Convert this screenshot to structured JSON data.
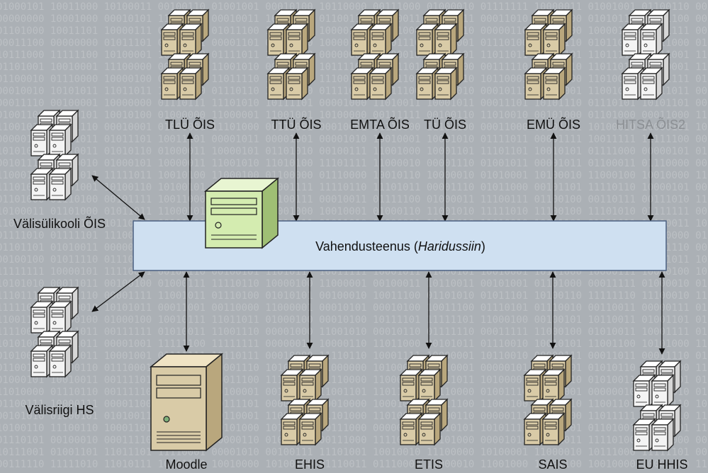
{
  "title": "",
  "middleware": {
    "label_prefix": "Vahendusteenus (",
    "label_italic": "Haridussiin",
    "label_suffix": ")",
    "fill": "#cfe0f1",
    "stroke": "#4a5f80",
    "server_fill": "#d4ecb0"
  },
  "top_nodes": [
    {
      "label": "TLÜ ÕIS",
      "style": "tan",
      "muted": false
    },
    {
      "label": "TTÜ ÕIS",
      "style": "tan",
      "muted": false
    },
    {
      "label": "EMTA ÕIS",
      "style": "tan",
      "muted": false
    },
    {
      "label": "TÜ ÕIS",
      "style": "tan",
      "muted": false
    },
    {
      "label": "EMÜ ÕIS",
      "style": "tan",
      "muted": false
    },
    {
      "label": "HITSA ÕIS2",
      "style": "white",
      "muted": true
    }
  ],
  "side_nodes": [
    {
      "label": "Välisülikooli ÕIS",
      "style": "white"
    },
    {
      "label": "Välisriigi HS",
      "style": "white"
    }
  ],
  "bottom_nodes": [
    {
      "label": "Moodle",
      "style": "tower"
    },
    {
      "label": "EHIS",
      "style": "tan"
    },
    {
      "label": "ETIS",
      "style": "tan"
    },
    {
      "label": "SAIS",
      "style": "tan"
    },
    {
      "label": "EU HHIS",
      "style": "white"
    }
  ],
  "colors": {
    "tan": "#d9cba7",
    "tan_dark": "#b9a77d",
    "white": "#f4f4f4",
    "arrow": "#111111"
  }
}
